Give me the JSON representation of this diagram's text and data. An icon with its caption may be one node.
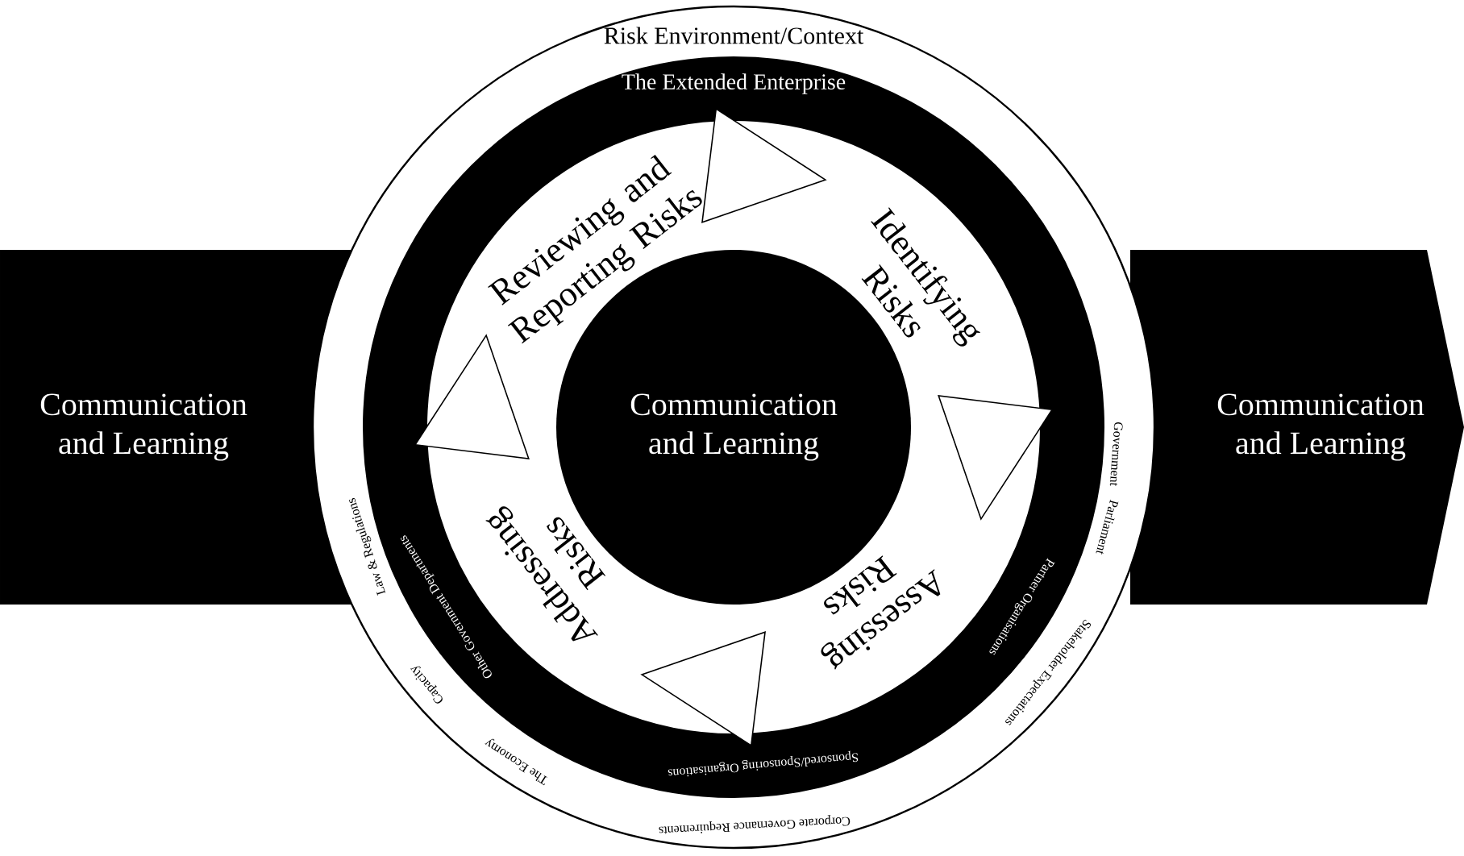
{
  "diagram": {
    "nodes": [
      {
        "text": [
          "Communication and Learning"
        ]
      },
      {
        "text": [
          "Risk Environment/Context",
          "Government",
          "Parliament",
          "Stakeholder Expectations",
          "Corporate Governance Requirements",
          "The Economy",
          "Capacity",
          "Law & Regulations"
        ]
      },
      {
        "text": [
          "The Extended Enterprise",
          "Partner Organisations",
          "Sponsored/Sponsoring Organisations",
          "Other Government Departments"
        ],
        "in": 1
      },
      {
        "text": [
          "Reviewing and Reporting Risks"
        ],
        "in": 2
      },
      {
        "text": [
          "Identifying Risks"
        ],
        "in": 2
      },
      {
        "text": [
          "Assessing Risks"
        ],
        "in": 2
      },
      {
        "text": [
          "Addressing Risks"
        ],
        "in": 2
      },
      {
        "text": [
          "Communication and Learning"
        ],
        "in": 2
      },
      {
        "text": [
          "Communication and Learning"
        ]
      }
    ],
    "edges": [
      {
        "from": 3,
        "to": 4,
        "arrow": "to"
      },
      {
        "from": 4,
        "to": 5,
        "arrow": "to"
      },
      {
        "from": 5,
        "to": 6,
        "arrow": "to"
      },
      {
        "from": 6,
        "to": 3,
        "arrow": "to"
      }
    ]
  }
}
